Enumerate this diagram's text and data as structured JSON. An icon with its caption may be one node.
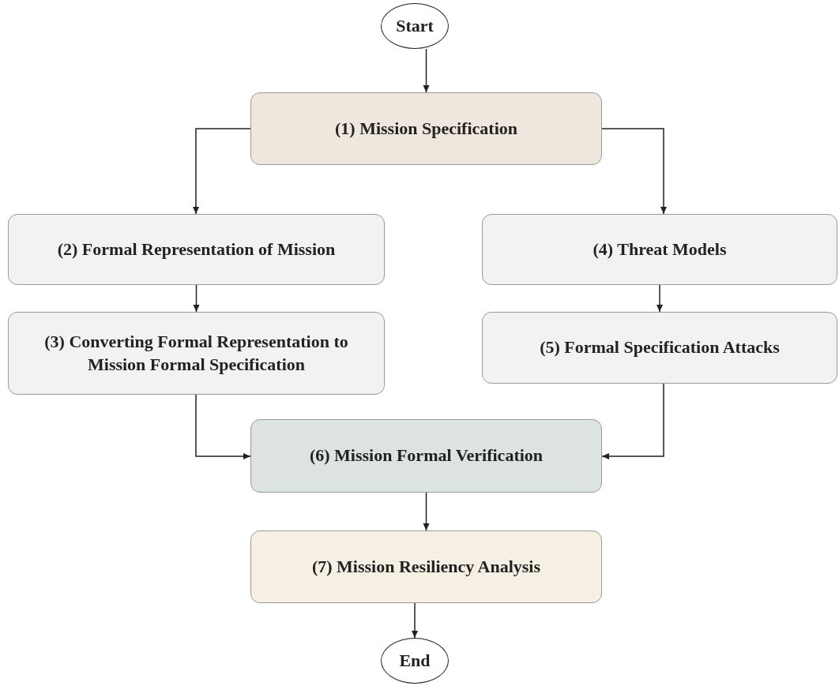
{
  "diagram": {
    "nodes": [
      {
        "text": [
          "Start"
        ]
      },
      {
        "text": [
          "(1) Mission Specification"
        ]
      },
      {
        "text": [
          "(2) Formal Representation of Mission"
        ]
      },
      {
        "text": [
          "(3) Converting Formal Representation to Mission Formal Specification"
        ]
      },
      {
        "text": [
          "(4) Threat Models"
        ]
      },
      {
        "text": [
          "(5) Formal Specification Attacks"
        ]
      },
      {
        "text": [
          "(6) Mission Formal Verification"
        ]
      },
      {
        "text": [
          "(7) Mission Resiliency Analysis"
        ]
      },
      {
        "text": [
          "End"
        ]
      }
    ],
    "edges": [
      {
        "from": 0,
        "to": 1,
        "arrow": "to"
      },
      {
        "from": 1,
        "to": 2,
        "arrow": "to"
      },
      {
        "from": 1,
        "to": 4,
        "arrow": "to"
      },
      {
        "from": 2,
        "to": 3,
        "arrow": "to"
      },
      {
        "from": 4,
        "to": 5,
        "arrow": "to"
      },
      {
        "from": 3,
        "to": 6,
        "arrow": "to"
      },
      {
        "from": 5,
        "to": 6,
        "arrow": "to"
      },
      {
        "from": 6,
        "to": 7,
        "arrow": "to"
      },
      {
        "from": 7,
        "to": 8,
        "arrow": "to"
      }
    ]
  }
}
